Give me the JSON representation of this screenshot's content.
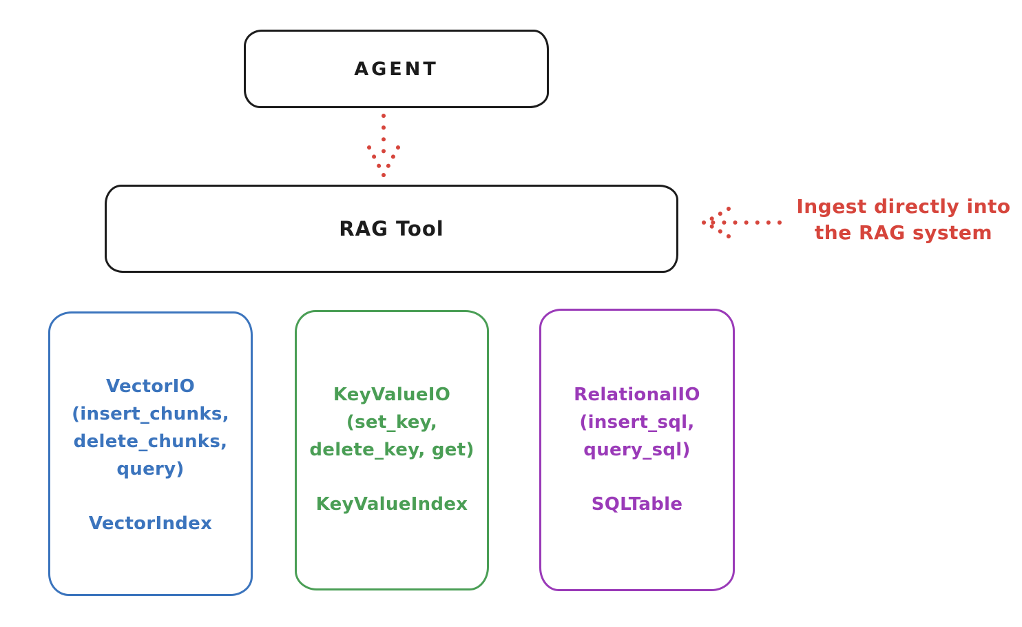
{
  "agent_box": {
    "label": "AGENT"
  },
  "rag_box": {
    "label": "RAG Tool"
  },
  "annotation": {
    "lines": [
      "Ingest directly into",
      "the RAG system"
    ]
  },
  "cards": [
    {
      "name": "vector-io",
      "color": "#3b74bd",
      "title_lines": [
        "VectorIO",
        "(insert_chunks,",
        "delete_chunks,",
        "query)"
      ],
      "index_label": "VectorIndex"
    },
    {
      "name": "keyvalue-io",
      "color": "#4a9e55",
      "title_lines": [
        "KeyValueIO",
        "(set_key,",
        "delete_key, get)"
      ],
      "index_label": "KeyValueIndex"
    },
    {
      "name": "relational-io",
      "color": "#9a3ab8",
      "title_lines": [
        "RelationalIO",
        "(insert_sql,",
        "query_sql)"
      ],
      "index_label": "SQLTable"
    }
  ],
  "colors": {
    "stroke": "#1c1c1c",
    "red": "#d6453c",
    "blue": "#3b74bd",
    "green": "#4a9e55",
    "purple": "#9a3ab8"
  }
}
